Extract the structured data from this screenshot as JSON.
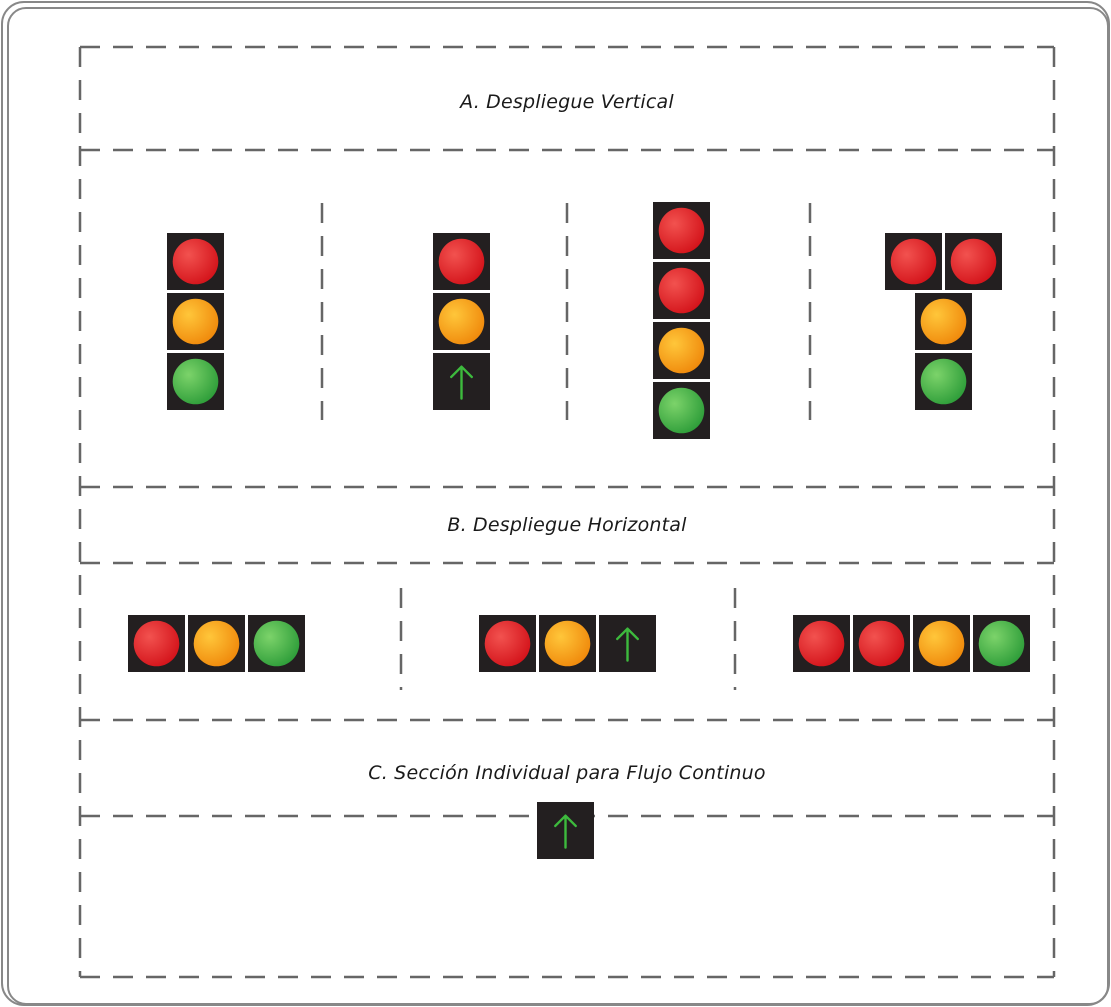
{
  "sections": {
    "a": {
      "title": "A. Despliegue Vertical"
    },
    "b": {
      "title": "B. Despliegue Horizontal"
    },
    "c": {
      "title": "C. Sección Individual para Flujo Continuo"
    }
  },
  "colors": {
    "red": "#e01e24",
    "amber": "#f8a414",
    "green": "#44b848",
    "arrow": "#3dba3d",
    "housing": "#231f20",
    "dashes": "#666666",
    "frame": "#888888"
  },
  "signals": {
    "vertical": [
      [
        "red",
        "amber",
        "green"
      ],
      [
        "red",
        "amber",
        "arrow-up"
      ],
      [
        "red",
        "red",
        "amber",
        "green"
      ],
      [
        "red",
        "red",
        "amber",
        "green"
      ]
    ],
    "horizontal": [
      [
        "red",
        "amber",
        "green"
      ],
      [
        "red",
        "amber",
        "arrow-up"
      ],
      [
        "red",
        "red",
        "amber",
        "green"
      ]
    ],
    "individual": [
      "arrow-up"
    ]
  }
}
